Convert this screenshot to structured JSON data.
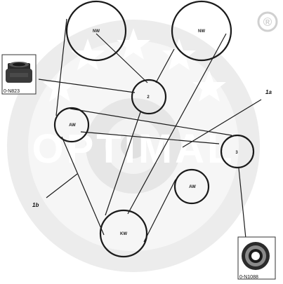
{
  "diagram": {
    "brand_mark": "®",
    "watermark_text": "OPTIMAL",
    "pulleys": [
      {
        "id": "nw-left",
        "label": "NW"
      },
      {
        "id": "nw-right",
        "label": "NW"
      },
      {
        "id": "tensioner-2",
        "label": "2"
      },
      {
        "id": "aw-left",
        "label": "AW"
      },
      {
        "id": "tensioner-3",
        "label": "3"
      },
      {
        "id": "aw-right",
        "label": "AW"
      },
      {
        "id": "kw",
        "label": "KW"
      }
    ],
    "belt_labels": {
      "belt_1a": "1a",
      "belt_1b": "1b"
    },
    "parts": [
      {
        "id": "part-left",
        "caption": "0-N823"
      },
      {
        "id": "part-right",
        "caption": "0-N1088"
      }
    ],
    "colors": {
      "line": "#1a1a1a",
      "watermark": "#e9e9e9",
      "watermark_dark": "#d8d8d8"
    }
  }
}
